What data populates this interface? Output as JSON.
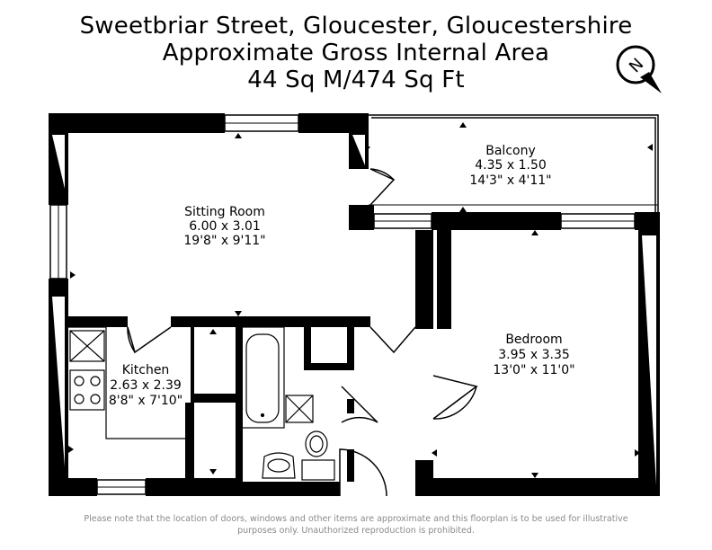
{
  "header": {
    "line1": "Sweetbriar Street, Gloucester, Gloucestershire",
    "line2": "Approximate Gross Internal Area",
    "line3": "44 Sq M/474 Sq Ft"
  },
  "compass": {
    "letter": "N",
    "icon": "compass-icon"
  },
  "rooms": {
    "sitting": {
      "name": "Sitting Room",
      "metric": "6.00 x 3.01",
      "imperial": "19'8\" x 9'11\""
    },
    "balcony": {
      "name": "Balcony",
      "metric": "4.35 x 1.50",
      "imperial": "14'3\" x 4'11\""
    },
    "bedroom": {
      "name": "Bedroom",
      "metric": "3.95 x 3.35",
      "imperial": "13'0\" x 11'0\""
    },
    "kitchen": {
      "name": "Kitchen",
      "metric": "2.63 x 2.39",
      "imperial": "8'8\" x 7'10\""
    }
  },
  "footer": {
    "line1": "Please note that the location of doors, windows and other items are approximate and this floorplan is to be used for illustrative",
    "line2": "purposes only. Unauthorized reproduction is prohibited."
  }
}
